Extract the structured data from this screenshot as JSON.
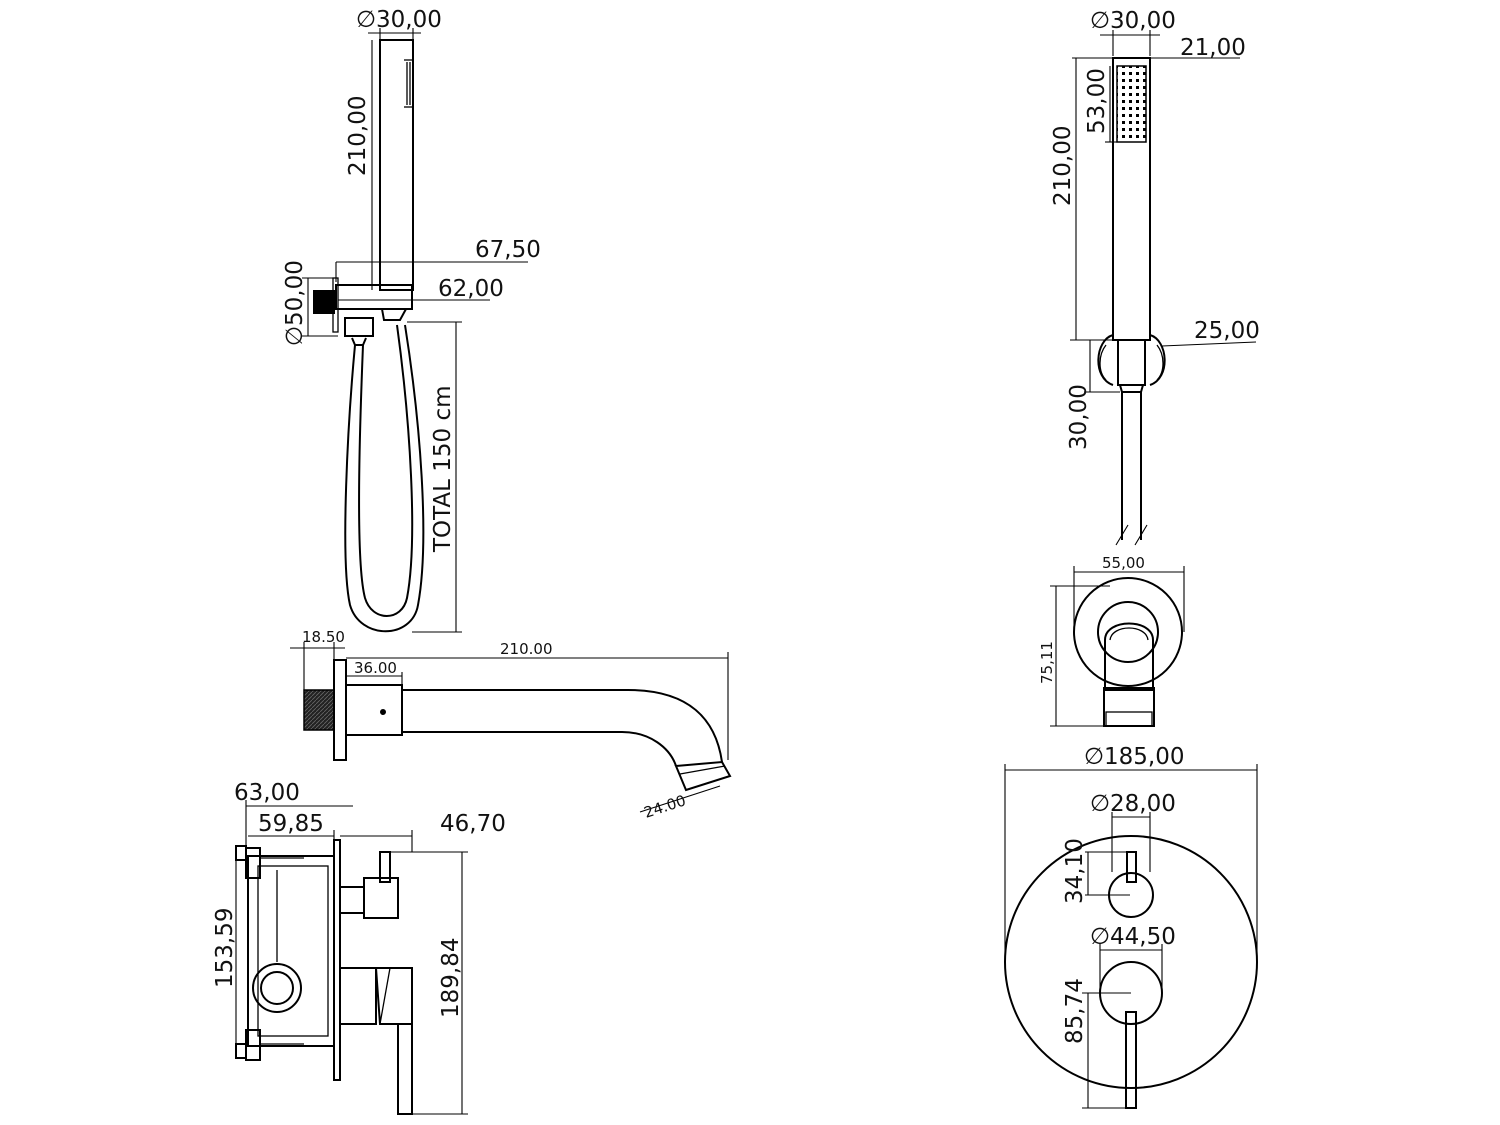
{
  "hand_shower_side": {
    "diameter_top": "∅30,00",
    "length": "210,00",
    "holder_depth": "67,50",
    "holder_diameter": "∅50,00",
    "outlet_depth": "62,00",
    "hose_total": "TOTAL 150 cm"
  },
  "hand_shower_front": {
    "diameter_top": "∅30,00",
    "width": "21,00",
    "spray_face": "53,00",
    "length": "210,00",
    "holder": "25,00",
    "below_holder": "30,00"
  },
  "spout_side": {
    "plate_thickness": "18.50",
    "collar_length": "36.00",
    "projection": "210.00",
    "outlet": "24.00"
  },
  "spout_front": {
    "width": "55,00",
    "height": "75,11"
  },
  "mixer_side": {
    "overall_depth": "63,00",
    "body_depth": "59,85",
    "handle_projection": "46,70",
    "box_height": "153,59",
    "overall_height": "189,84"
  },
  "mixer_front": {
    "plate_diameter": "∅185,00",
    "diverter_diameter": "∅28,00",
    "diverter_offset": "34,10",
    "lever_diameter": "∅44,50",
    "lever_length": "85,74"
  }
}
